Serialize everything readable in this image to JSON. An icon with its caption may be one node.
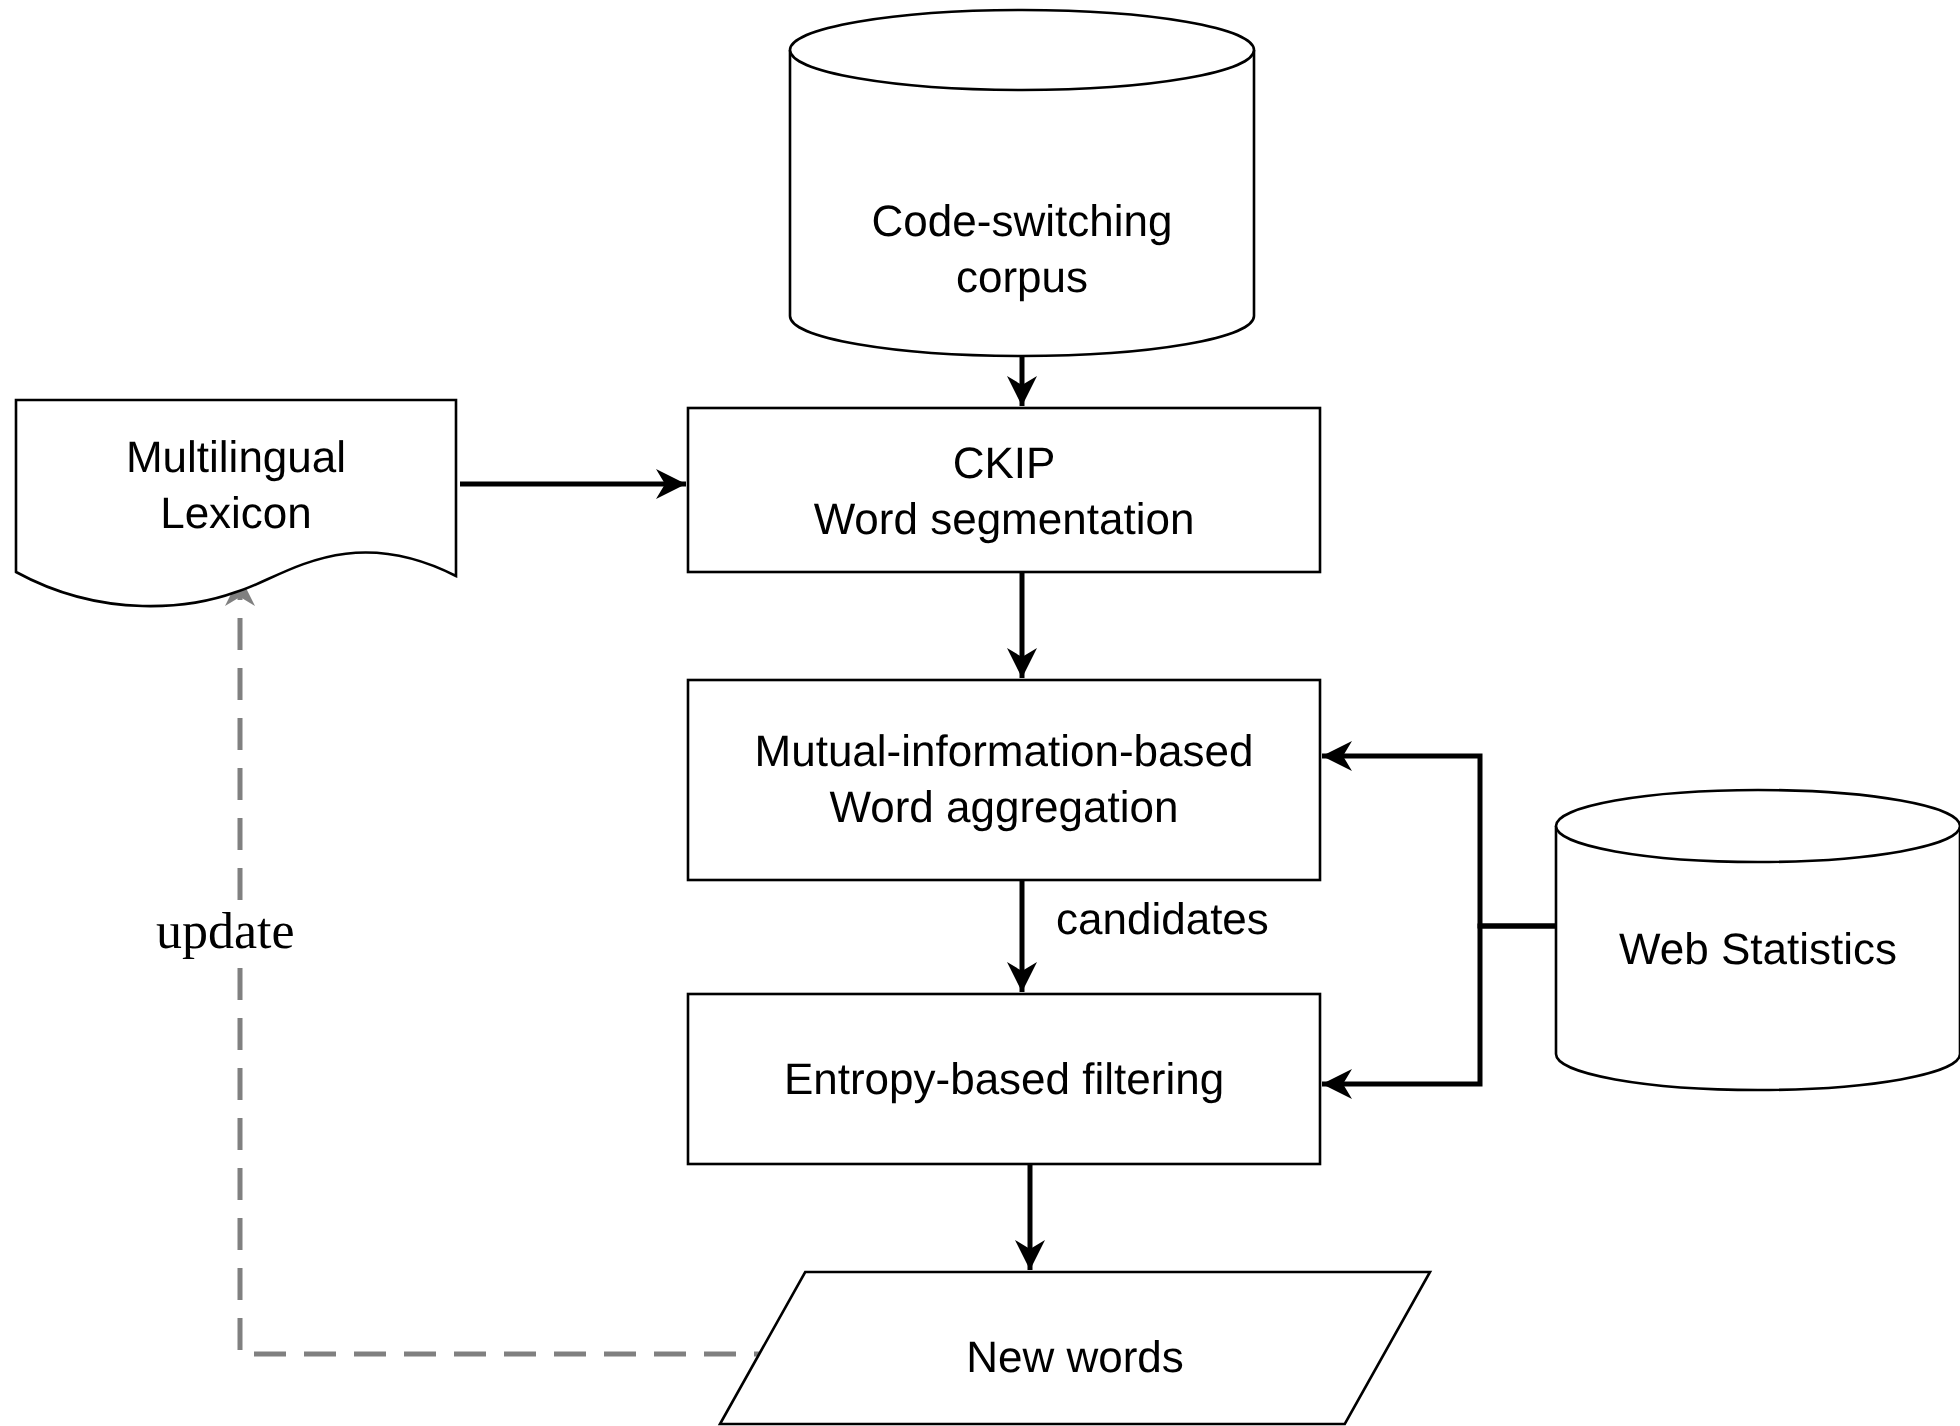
{
  "diagram": {
    "nodes": [
      {
        "text": [
          "Code-switching corpus"
        ]
      },
      {
        "text": [
          "Multilingual Lexicon"
        ]
      },
      {
        "text": [
          "CKIP",
          "Word segmentation"
        ]
      },
      {
        "text": [
          "Mutual-information-based",
          "Word aggregation"
        ]
      },
      {
        "text": [
          "Web Statistics"
        ]
      },
      {
        "text": [
          "Entropy-based filtering"
        ]
      },
      {
        "text": [
          "New words"
        ]
      }
    ],
    "edges": [
      {
        "from": 0,
        "to": 2,
        "arrow": "to"
      },
      {
        "from": 1,
        "to": 2,
        "arrow": "to"
      },
      {
        "from": 2,
        "to": 3,
        "arrow": "to"
      },
      {
        "from": 3,
        "to": 5,
        "arrow": "to",
        "label": "candidates"
      },
      {
        "from": 4,
        "to": 3,
        "arrow": "to"
      },
      {
        "from": 4,
        "to": 5,
        "arrow": "to"
      },
      {
        "from": 5,
        "to": 6,
        "arrow": "to"
      },
      {
        "from": 6,
        "to": 1,
        "arrow": "to",
        "label": "update",
        "style": "dashed",
        "color": "#808080"
      }
    ]
  }
}
